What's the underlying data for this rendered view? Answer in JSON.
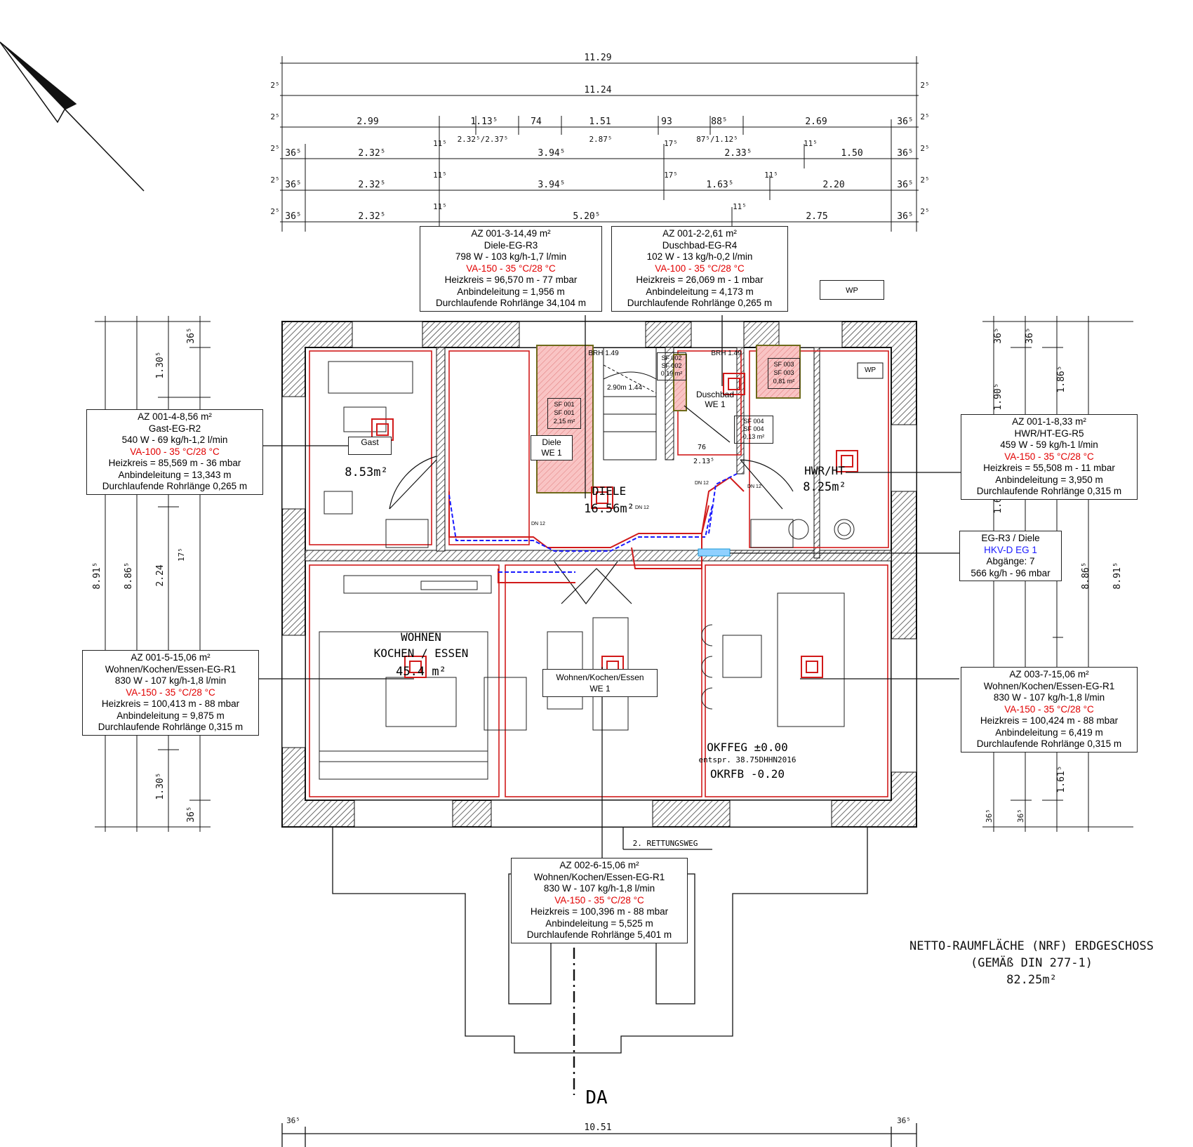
{
  "dimensions": {
    "top_rows": [
      {
        "values": [
          "11.29"
        ]
      },
      {
        "values": [
          "11.24"
        ]
      },
      {
        "values": [
          "2.99",
          "1.13⁵",
          "74",
          "1.51",
          "93",
          "88⁵",
          "2.69",
          "36⁵"
        ]
      },
      {
        "values": [
          "36⁵",
          "2.32⁵",
          "11⁵",
          "3.94⁵",
          "17⁵",
          "2.33⁵",
          "11⁵",
          "1.50",
          "36⁵"
        ]
      },
      {
        "values": [
          "36⁵",
          "2.32⁵",
          "11⁵",
          "3.94⁵",
          "17⁵",
          "1.63⁵",
          "11⁵",
          "2.20",
          "36⁵"
        ]
      },
      {
        "values": [
          "36⁵",
          "2.32⁵",
          "11⁵",
          "5.20⁵",
          "11⁵",
          "2.75",
          "36⁵"
        ]
      }
    ],
    "top_openings": [
      "2.32⁵/2.37⁵",
      "2.87⁵",
      "87⁵/1.12⁵"
    ],
    "left_edge": "2⁵",
    "right_edge": "2⁵",
    "left_column": [
      "1.30⁵",
      "36⁵",
      "8.91⁵",
      "8.86⁵",
      "2.24",
      "17⁵",
      "1.30⁵",
      "36⁵"
    ],
    "right_column": [
      "36⁵",
      "36⁵",
      "1.90⁵",
      "1.86⁵",
      "1.6",
      "8.86⁵",
      "8.91⁵",
      "1.61⁵",
      "36⁵",
      "36⁵"
    ],
    "bottom_row": {
      "left": "36⁵",
      "main": "10.51",
      "right": "36⁵"
    }
  },
  "labels": [
    {
      "id": "diele",
      "lines": [
        "AZ 001-3-14,49 m²",
        "Diele-EG-R3",
        "798 W - 103 kg/h-1,7 l/min"
      ],
      "red": "VA-150 - 35 °C/28 °C",
      "rest": [
        "Heizkreis = 96,570 m - 77 mbar",
        "Anbindeleitung = 1,956 m",
        "Durchlaufende Rohrlänge 34,104 m"
      ]
    },
    {
      "id": "duschbad",
      "lines": [
        "AZ 001-2-2,61 m²",
        "Duschbad-EG-R4",
        "102 W - 13 kg/h-0,2 l/min"
      ],
      "red": "VA-100 - 35 °C/28 °C",
      "rest": [
        "Heizkreis = 26,069 m - 1 mbar",
        "Anbindeleitung = 4,173 m",
        "Durchlaufende Rohrlänge 0,265 m"
      ]
    },
    {
      "id": "gast",
      "lines": [
        "AZ 001-4-8,56 m²",
        "Gast-EG-R2",
        "540 W - 69 kg/h-1,2 l/min"
      ],
      "red": "VA-100 - 35 °C/28 °C",
      "rest": [
        "Heizkreis = 85,569 m - 36 mbar",
        "Anbindeleitung = 13,343 m",
        "Durchlaufende Rohrlänge 0,265 m"
      ]
    },
    {
      "id": "hwr",
      "lines": [
        "AZ 001-1-8,33 m²",
        "HWR/HT-EG-R5",
        "459 W - 59 kg/h-1 l/min"
      ],
      "red": "VA-150 - 35 °C/28 °C",
      "rest": [
        "Heizkreis = 55,508 m - 11 mbar",
        "Anbindeleitung = 3,950 m",
        "Durchlaufende Rohrlänge 0,315 m"
      ]
    },
    {
      "id": "wohnen_left",
      "lines": [
        "AZ 001-5-15,06 m²",
        "Wohnen/Kochen/Essen-EG-R1",
        "830 W - 107 kg/h-1,8 l/min"
      ],
      "red": "VA-150 - 35 °C/28 °C",
      "rest": [
        "Heizkreis = 100,413 m - 88 mbar",
        "Anbindeleitung = 9,875 m",
        "Durchlaufende Rohrlänge 0,315 m"
      ]
    },
    {
      "id": "wohnen_right",
      "lines": [
        "AZ 003-7-15,06 m²",
        "Wohnen/Kochen/Essen-EG-R1",
        "830 W - 107 kg/h-1,8 l/min"
      ],
      "red": "VA-150 - 35 °C/28 °C",
      "rest": [
        "Heizkreis = 100,424 m - 88 mbar",
        "Anbindeleitung = 6,419 m",
        "Durchlaufende Rohrlänge 0,315 m"
      ]
    },
    {
      "id": "wohnen_bottom",
      "lines": [
        "AZ 002-6-15,06 m²",
        "Wohnen/Kochen/Essen-EG-R1",
        "830 W - 107 kg/h-1,8 l/min"
      ],
      "red": "VA-150 - 35 °C/28 °C",
      "rest": [
        "Heizkreis = 100,396 m - 88 mbar",
        "Anbindeleitung = 5,525 m",
        "Durchlaufende Rohrlänge 5,401 m"
      ]
    }
  ],
  "distributor": {
    "lines": [
      "EG-R3 / Diele"
    ],
    "blue": "HKV-D EG 1",
    "rest": [
      "Abgänge: 7",
      "566 kg/h - 96 mbar"
    ]
  },
  "rooms": {
    "gast_name": "GAST",
    "gast_area": "8.53m²",
    "gast_tag": "Gast",
    "diele_name": "DIELE",
    "diele_area": "16.56m²",
    "diele_tag": [
      "Diele",
      "WE 1"
    ],
    "duschbad_tag": [
      "Duschbad",
      "WE 1"
    ],
    "hwr_name": "HWR/HT",
    "hwr_area": "8.25m²",
    "wohnen_name": [
      "WOHNEN",
      "KOCHEN / ESSEN"
    ],
    "wohnen_area": "45.4 m²",
    "wohnen_tag": [
      "Wohnen/Kochen/Essen",
      "WE 1"
    ],
    "sf": [
      [
        "SF 001",
        "SF 001",
        "2,15 m²"
      ],
      [
        "SF 002",
        "SF 002",
        "0,19 m²"
      ],
      [
        "SF 003",
        "SF 003",
        "0,81 m²"
      ],
      [
        "SF 004",
        "SF 004",
        "0,13 m²"
      ]
    ],
    "stair": [
      "2.90m 1.44",
      "BRH 1.49",
      "BRH 1.49"
    ],
    "okffeg": "OKFFEG ±0.00",
    "okffeg_sub": "entspr. 38.75DHHN2016",
    "okrfb": "OKRFB -0.20",
    "rettungsweg": "2. RETTUNGSWEG",
    "pipe_dn": "DN 12",
    "misc_dims": [
      "2.13⁵",
      "76"
    ],
    "wp_box": "WP",
    "wp_room": "WP",
    "da": "DA"
  },
  "summary": [
    "NETTO-RAUMFLÄCHE (NRF) ERDGESCHOSS",
    "(GEMÄß DIN 277-1)",
    "82.25m²"
  ],
  "colors": {
    "wall": "#333333",
    "heating": "#d11a1a",
    "supply": "#1a1aff",
    "label_red": "#e10000",
    "hatch_pink": "#f4a9a9",
    "olive": "#6e6a1a"
  }
}
